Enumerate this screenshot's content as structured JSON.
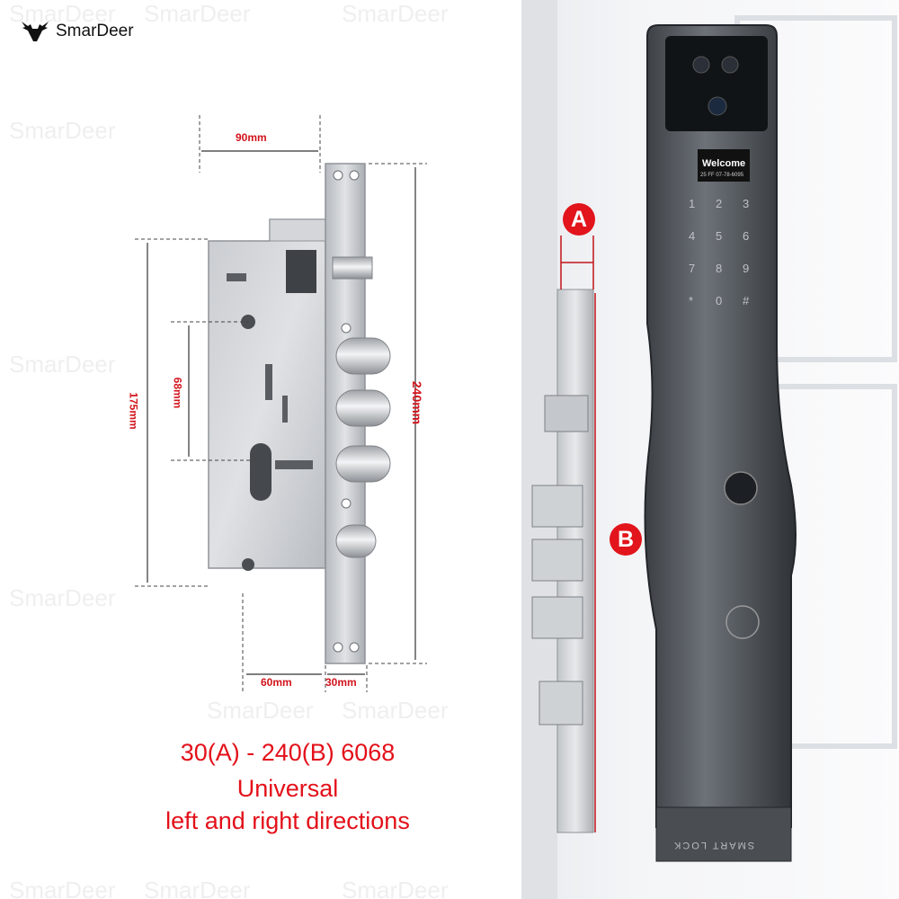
{
  "brand": {
    "name": "SmarDeer",
    "icon": "deer-head-icon"
  },
  "watermark": "SmarDeer",
  "dimensions": {
    "width_top": "90mm",
    "height_left": "175mm",
    "inner_spacing": "68mm",
    "height_total": "240mm",
    "backset": "60mm",
    "faceplate": "30mm"
  },
  "caption": {
    "line1": "30(A) - 240(B)   6068",
    "line2": "Universal",
    "line3": "left and right directions"
  },
  "markers": {
    "a": "A",
    "b": "B"
  },
  "lock_panel": {
    "screen_text": "Welcome",
    "screen_subtext": "25 FF  07-78-6095",
    "keypad": [
      "1",
      "2",
      "3",
      "4",
      "5",
      "6",
      "7",
      "8",
      "9",
      "*",
      "0",
      "#"
    ],
    "bottom_text": "SMART LOCK"
  },
  "colors": {
    "dimension_red": "#d2141c",
    "caption_red": "#e3101a",
    "marker_red": "#e2141c"
  }
}
